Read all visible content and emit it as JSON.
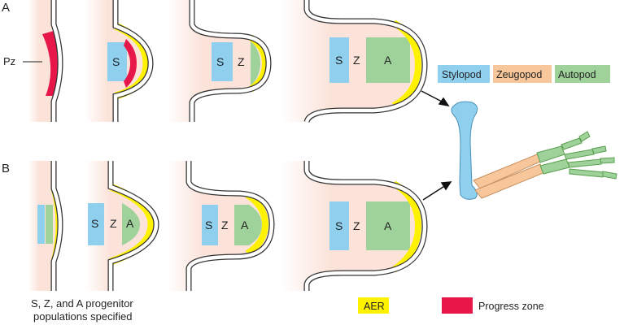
{
  "row_labels": {
    "a": "A",
    "b": "B"
  },
  "pz_label": "Pz",
  "segment_letters": {
    "s": "S",
    "z": "Z",
    "a": "A"
  },
  "segment_legend": {
    "stylopod": "Stylopod",
    "zeugopod": "Zeugopod",
    "autopod": "Autopod"
  },
  "bottom_note": {
    "line1": "S, Z, and A progenitor",
    "line2": "populations specified"
  },
  "bottom_legend": {
    "aer": "AER",
    "progress_zone": "Progress zone"
  },
  "colors": {
    "mesenchyme": "#fbe3da",
    "aer": "#fff200",
    "progress_zone": "#e8174a",
    "stylopod": "#8fd0ef",
    "zeugopod": "#f7c79b",
    "autopod": "#9fd19a",
    "outline": "#333333"
  }
}
